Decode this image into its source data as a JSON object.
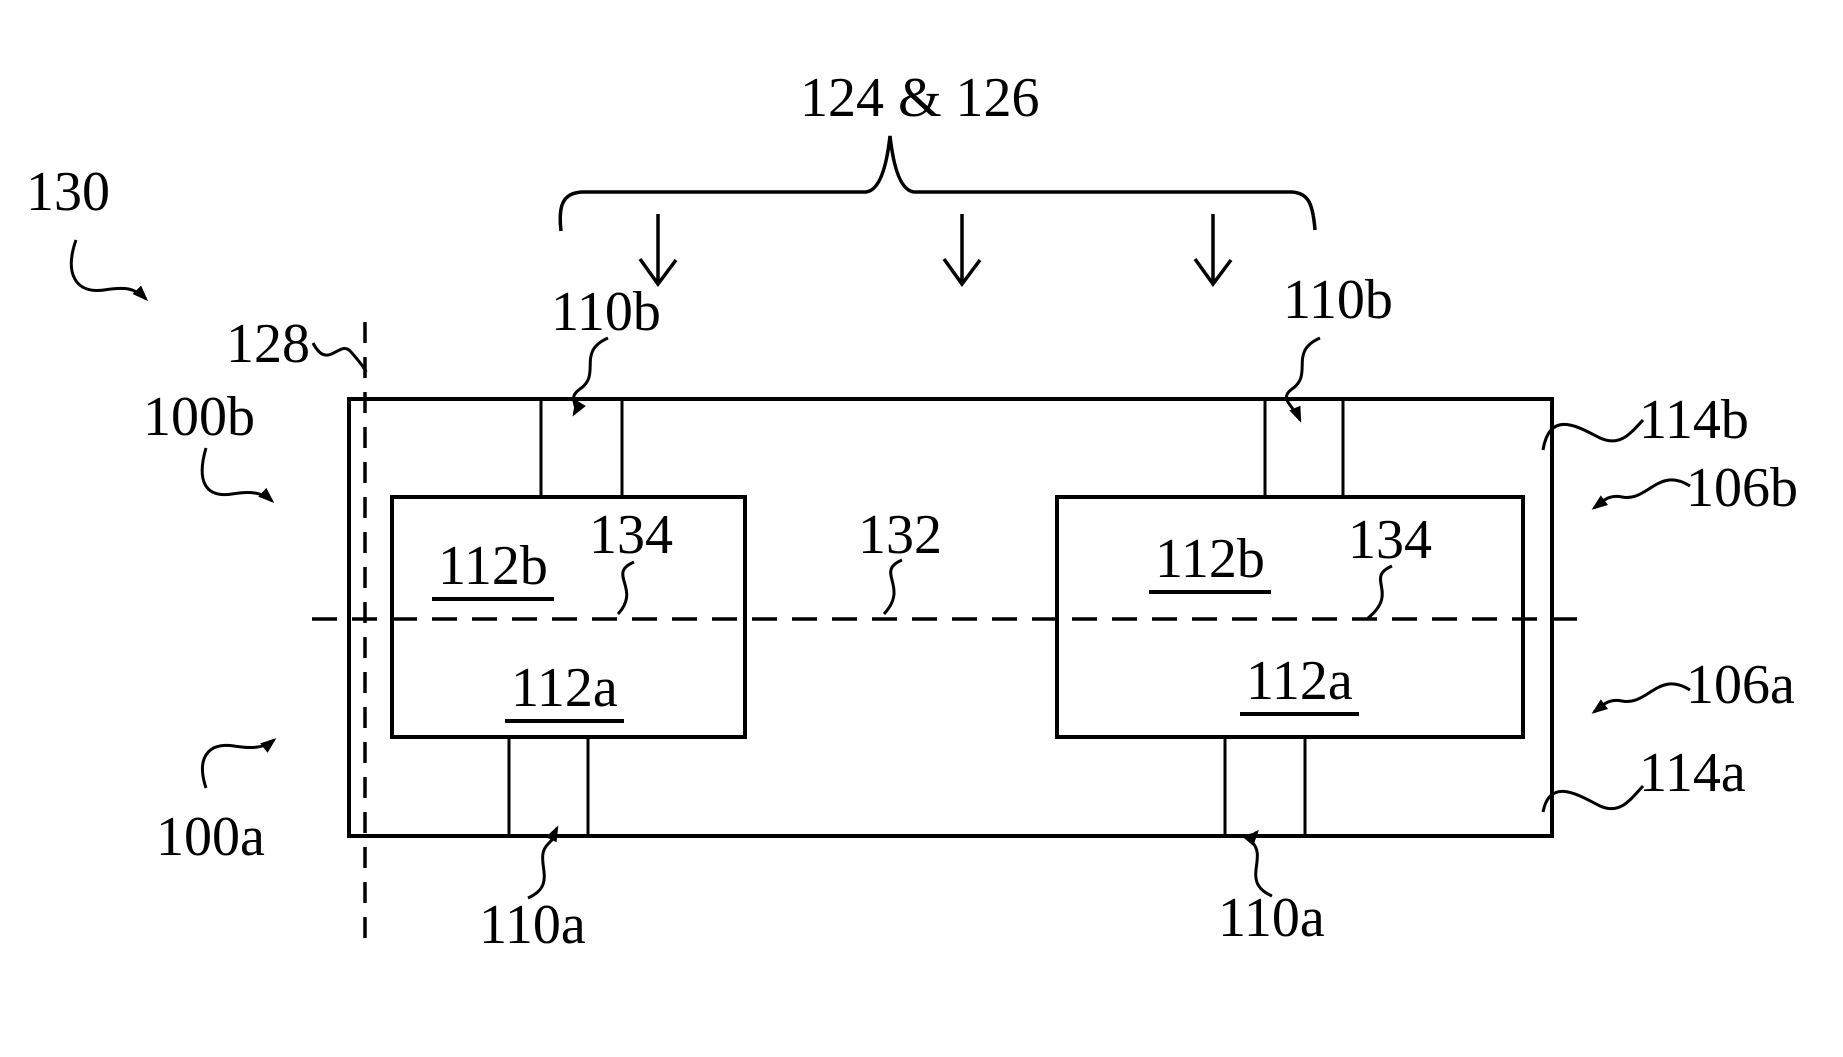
{
  "diagram": {
    "type": "patent-figure",
    "colors": {
      "line": "#000000",
      "background": "#ffffff"
    },
    "brace_group_label": "124 & 126",
    "labels": {
      "ref_130": "130",
      "ref_128": "128",
      "ref_100b": "100b",
      "ref_100a": "100a",
      "ref_110b_left": "110b",
      "ref_110b_right": "110b",
      "ref_110a_left": "110a",
      "ref_110a_right": "110a",
      "ref_112b_left": "112b",
      "ref_112a_left": "112a",
      "ref_112b_right": "112b",
      "ref_112a_right": "112a",
      "ref_134_left": "134",
      "ref_134_right": "134",
      "ref_132": "132",
      "ref_114b": "114b",
      "ref_106b": "106b",
      "ref_106a": "106a",
      "ref_114a": "114a"
    }
  }
}
